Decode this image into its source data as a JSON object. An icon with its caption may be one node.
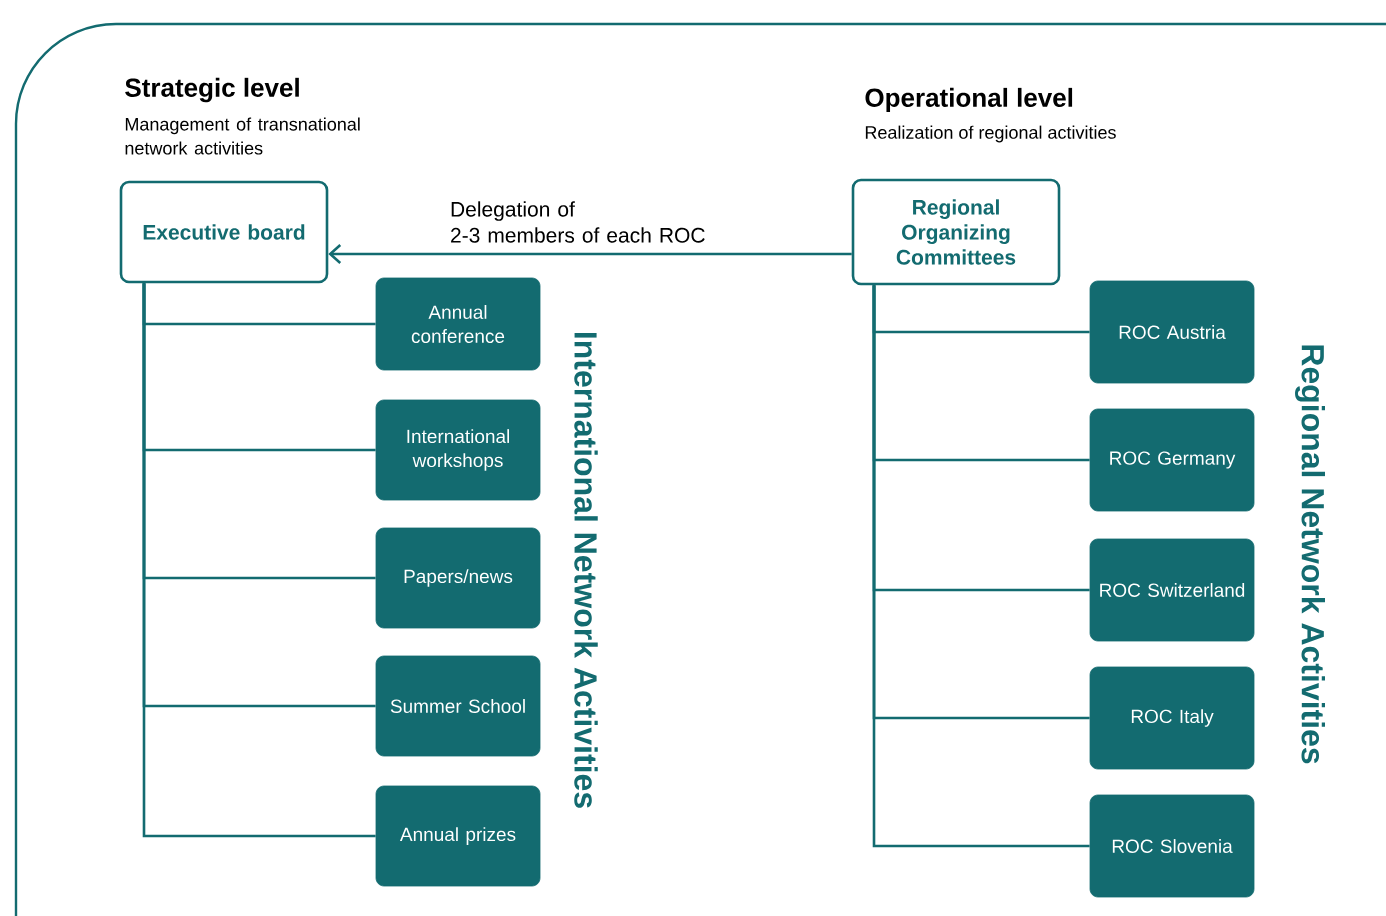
{
  "diagram": {
    "nodes": [
      {
        "text": [
          "Executive board"
        ]
      },
      {
        "text": [
          "Annual conference"
        ]
      },
      {
        "text": [
          "International workshops"
        ]
      },
      {
        "text": [
          "Papers/news"
        ]
      },
      {
        "text": [
          "Summer School"
        ]
      },
      {
        "text": [
          "Annual prizes"
        ]
      },
      {
        "text": [
          "Regional Organizing Committees"
        ]
      },
      {
        "text": [
          "ROC Austria"
        ]
      },
      {
        "text": [
          "ROC Germany"
        ]
      },
      {
        "text": [
          "ROC Switzerland"
        ]
      },
      {
        "text": [
          "ROC Italy"
        ]
      },
      {
        "text": [
          "ROC Slovenia"
        ]
      }
    ],
    "edges": [
      {
        "from": 6,
        "to": 0,
        "arrow": "to",
        "label": "Delegation of 2-3 members of each ROC"
      },
      {
        "from": 0,
        "to": 1,
        "arrow": "none"
      },
      {
        "from": 0,
        "to": 2,
        "arrow": "none"
      },
      {
        "from": 0,
        "to": 3,
        "arrow": "none"
      },
      {
        "from": 0,
        "to": 4,
        "arrow": "none"
      },
      {
        "from": 0,
        "to": 5,
        "arrow": "none"
      },
      {
        "from": 6,
        "to": 7,
        "arrow": "none"
      },
      {
        "from": 6,
        "to": 8,
        "arrow": "none"
      },
      {
        "from": 6,
        "to": 9,
        "arrow": "none"
      },
      {
        "from": 6,
        "to": 10,
        "arrow": "none"
      },
      {
        "from": 6,
        "to": 11,
        "arrow": "none"
      }
    ],
    "labels": [
      "Strategic level",
      "Management of transnational network activities",
      "Operational level",
      "Realization of regional activities",
      "International Network Activities",
      "Regional Network Activities"
    ]
  }
}
